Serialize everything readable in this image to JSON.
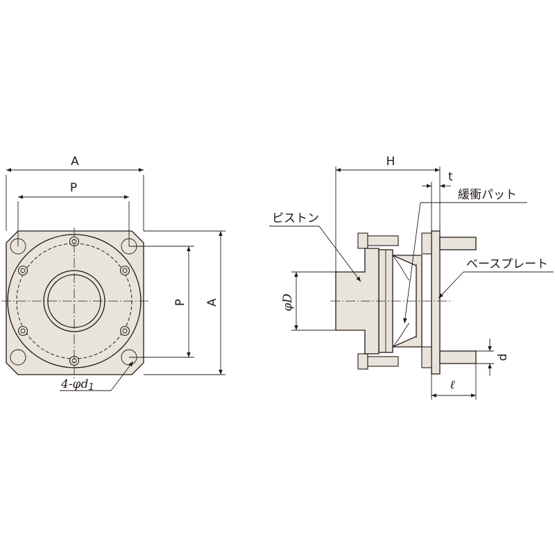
{
  "drawing": {
    "front_view": {
      "dim_width": "A",
      "dim_pitch_h": "P",
      "dim_pitch_v": "P",
      "dim_height": "A",
      "hole_callout": "4-φd",
      "hole_callout_sub": "1"
    },
    "side_view": {
      "dim_height": "H",
      "dim_thickness": "t",
      "dim_diameter": "φD",
      "dim_bolt_d": "d",
      "dim_bolt_len": "ℓ",
      "label_cushion_pad": "緩衝パット",
      "label_piston": "ピストン",
      "label_base_plate": "ベースプレート"
    }
  },
  "colors": {
    "line": "#231815",
    "fill": "#e9e4db",
    "background": "#ffffff"
  }
}
